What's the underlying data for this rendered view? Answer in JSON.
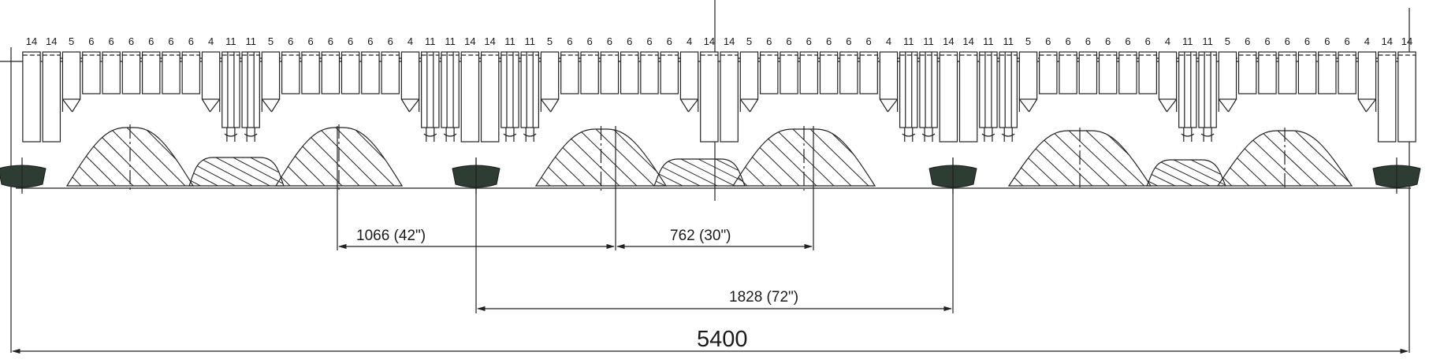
{
  "diagram": {
    "colors": {
      "ink": "#222222",
      "wheel": "#2e3d34",
      "background": "#ffffff"
    },
    "unit_numbers": [
      "14",
      "14",
      "5",
      "6",
      "6",
      "6",
      "6",
      "6",
      "6",
      "4",
      "11",
      "11",
      "5",
      "6",
      "6",
      "6",
      "6",
      "6",
      "6",
      "4",
      "11",
      "11",
      "14",
      "14",
      "11",
      "11",
      "5",
      "6",
      "6",
      "6",
      "6",
      "6",
      "6",
      "4",
      "14",
      "14",
      "5",
      "6",
      "6",
      "6",
      "6",
      "6",
      "6",
      "4",
      "11",
      "11",
      "14",
      "14",
      "11",
      "11",
      "5",
      "6",
      "6",
      "6",
      "6",
      "6",
      "6",
      "4",
      "11",
      "11",
      "5",
      "6",
      "6",
      "6",
      "6",
      "6",
      "6",
      "4",
      "14",
      "14"
    ],
    "dimensions": {
      "d1": "1066 (42\")",
      "d2": "762 (30\")",
      "d3": "1828 (72\")",
      "total": "5400"
    }
  }
}
